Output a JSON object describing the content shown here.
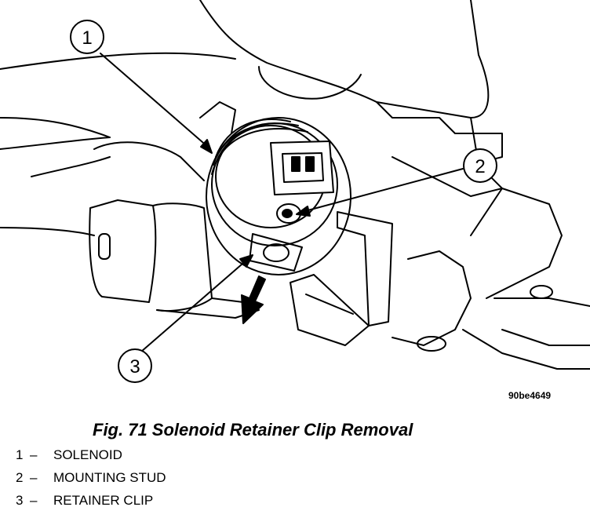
{
  "figure": {
    "code": "90be4649",
    "caption": "Fig. 71 Solenoid Retainer Clip Removal"
  },
  "callouts": [
    "1",
    "2",
    "3"
  ],
  "legend": [
    {
      "num": "1",
      "sep": "–",
      "label": "SOLENOID"
    },
    {
      "num": "2",
      "sep": "–",
      "label": "MOUNTING STUD"
    },
    {
      "num": "3",
      "sep": "–",
      "label": "RETAINER CLIP"
    }
  ],
  "colors": {
    "line": "#000000",
    "background": "#ffffff"
  }
}
